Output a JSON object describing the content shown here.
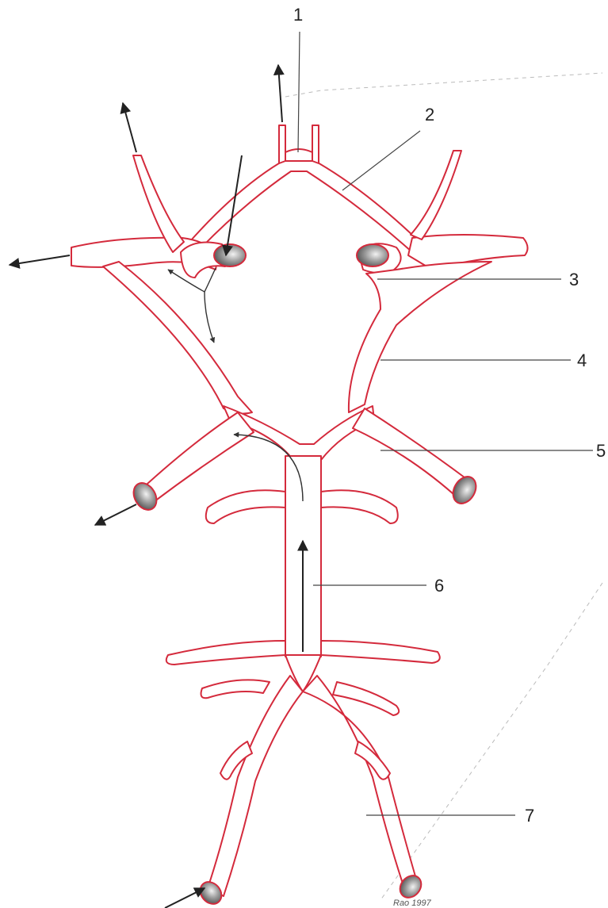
{
  "diagram": {
    "labels": [
      "1",
      "2",
      "3",
      "4",
      "5",
      "6",
      "7"
    ],
    "signature": "Rao 1997"
  },
  "colors": {
    "vessel_outline": "#d42a3c",
    "vessel_fill": "#ffffff",
    "lumen_shade": "#8a8a8a",
    "arrow": "#222222"
  }
}
